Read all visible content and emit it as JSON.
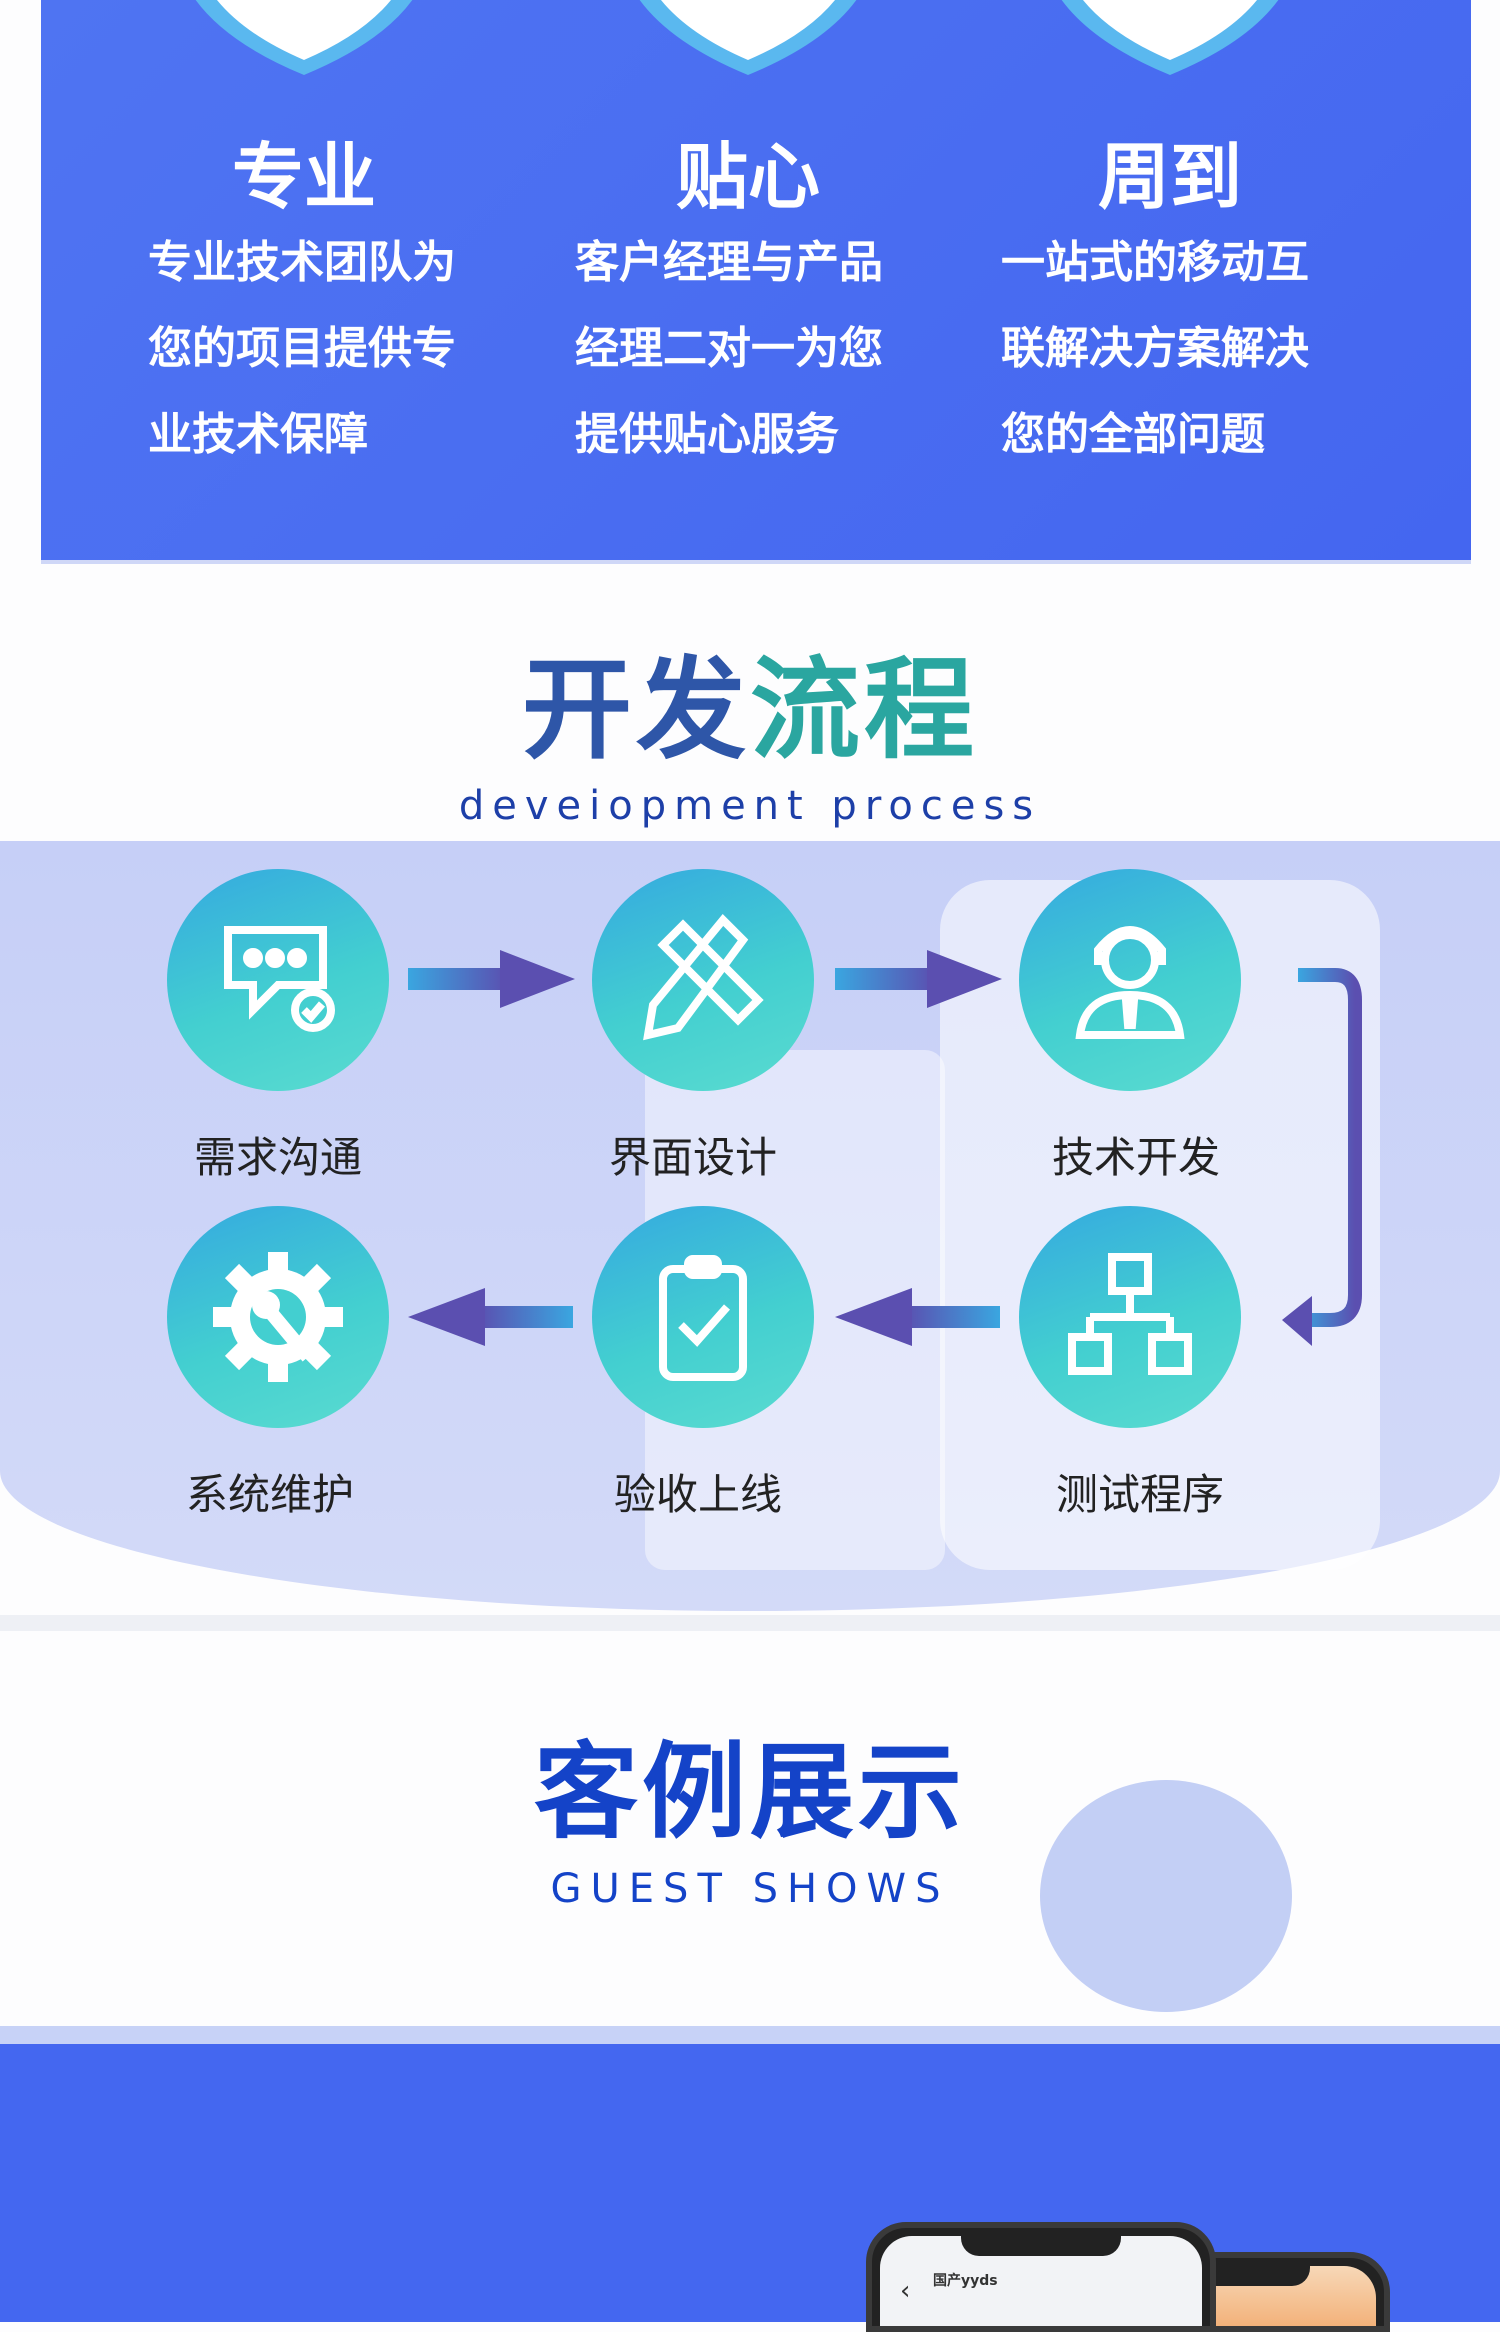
{
  "features": [
    {
      "title": "专业",
      "lines": [
        "专业技术团队为",
        "您的项目提供专",
        "业技术保障"
      ]
    },
    {
      "title": "贴心",
      "lines": [
        "客户经理与产品",
        "经理二对一为您",
        "提供贴心服务"
      ]
    },
    {
      "title": "周到",
      "lines": [
        "一站式的移动互",
        "联解决方案解决",
        "您的全部问题"
      ]
    }
  ],
  "process": {
    "title_a": "开发",
    "title_b": "流程",
    "subtitle": "deveiopment process",
    "steps": [
      "需求沟通",
      "界面设计",
      "技术开发",
      "测试程序",
      "验收上线",
      "系统维护"
    ]
  },
  "cases": {
    "title": "客例展示",
    "subtitle": "GUEST SHOWS",
    "phone_text": "国产yyds"
  },
  "colors": {
    "primary": "#4467f0",
    "teal": "#43cfd0",
    "arrow": "#5b4fb0",
    "title_blue": "#1443c8"
  }
}
